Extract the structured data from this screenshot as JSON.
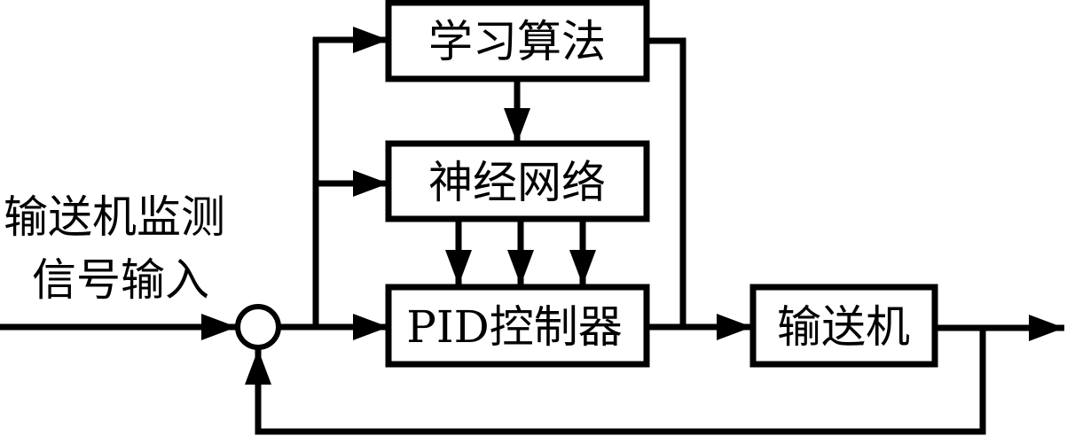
{
  "diagram": {
    "title": "",
    "colors": {
      "stroke": "#000000",
      "fill": "#ffffff"
    },
    "input_label": {
      "line1": "输送机监测",
      "line2": "信号输入"
    },
    "blocks": {
      "learning": {
        "label": "学习算法"
      },
      "neural": {
        "label": "神经网络"
      },
      "pid": {
        "label": "PID控制器"
      },
      "conveyor": {
        "label": "输送机"
      }
    },
    "summing_junction": {
      "label": ""
    },
    "connections": [
      {
        "from": "input",
        "to": "summing_junction"
      },
      {
        "from": "summing_junction",
        "to": "pid"
      },
      {
        "from": "summing_junction",
        "to": "neural"
      },
      {
        "from": "summing_junction",
        "to": "learning"
      },
      {
        "from": "learning",
        "to": "neural"
      },
      {
        "from": "neural",
        "to": "pid",
        "count": 3
      },
      {
        "from": "learning",
        "to": "conveyor_input"
      },
      {
        "from": "pid",
        "to": "conveyor"
      },
      {
        "from": "conveyor",
        "to": "output"
      },
      {
        "from": "conveyor_output",
        "to": "summing_junction",
        "type": "feedback"
      }
    ]
  }
}
